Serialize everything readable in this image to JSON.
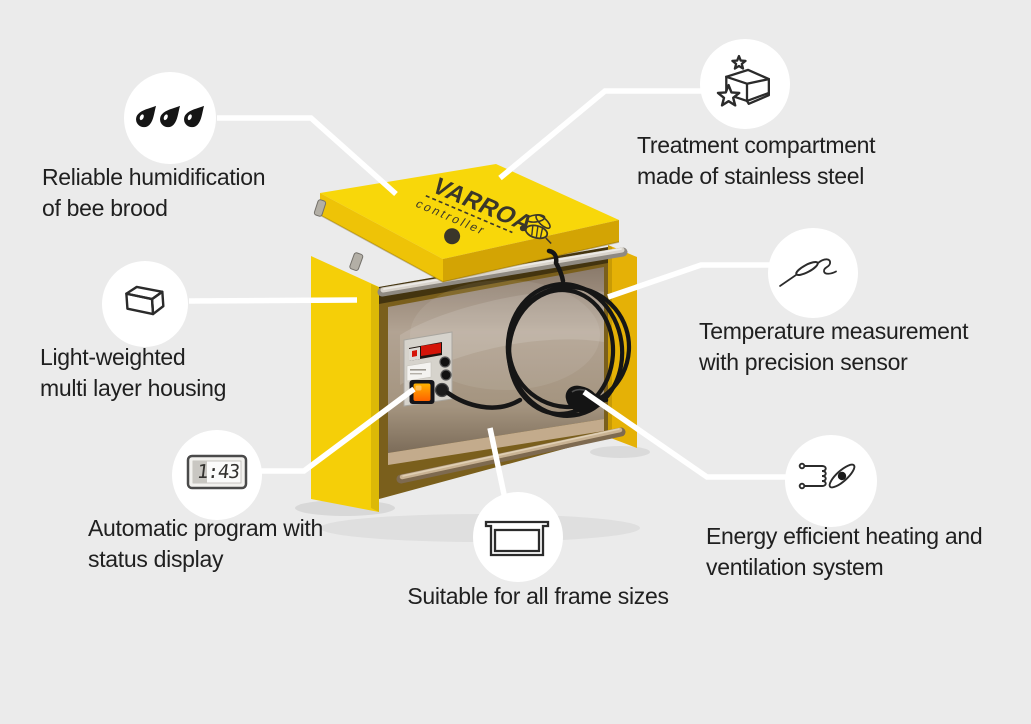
{
  "machine": {
    "brand": "VARROA",
    "brand_sub": "controller"
  },
  "features": [
    {
      "id": "humidification",
      "icon": "water-drops-icon",
      "line1": "Reliable humidification",
      "line2": "of bee brood"
    },
    {
      "id": "treatment-compartment",
      "icon": "stainless-steel-box-icon",
      "line1": "Treatment compartment",
      "line2": "made of stainless steel"
    },
    {
      "id": "housing",
      "icon": "box-icon",
      "line1": "Light-weighted",
      "line2": "multi layer housing"
    },
    {
      "id": "temperature",
      "icon": "sensor-probe-icon",
      "line1": "Temperature measurement",
      "line2": "with precision sensor"
    },
    {
      "id": "program",
      "icon": "digital-display-icon",
      "display_value": "1:43",
      "line1": "Automatic program with",
      "line2": "status display"
    },
    {
      "id": "frames",
      "icon": "bee-frame-icon",
      "line1": "Suitable for all frame sizes",
      "line2": ""
    },
    {
      "id": "heating",
      "icon": "heating-coil-fan-icon",
      "line1": "Energy efficient heating and",
      "line2": "ventilation system"
    }
  ],
  "colors": {
    "background": "#ebebeb",
    "machine_yellow": "#f6d107",
    "callout_white": "#ffffff",
    "steel_panel": "#a89885",
    "switch_orange": "#ff8800",
    "led_red": "#d41408",
    "cable_black": "#1a1a1a",
    "text": "#202020"
  }
}
